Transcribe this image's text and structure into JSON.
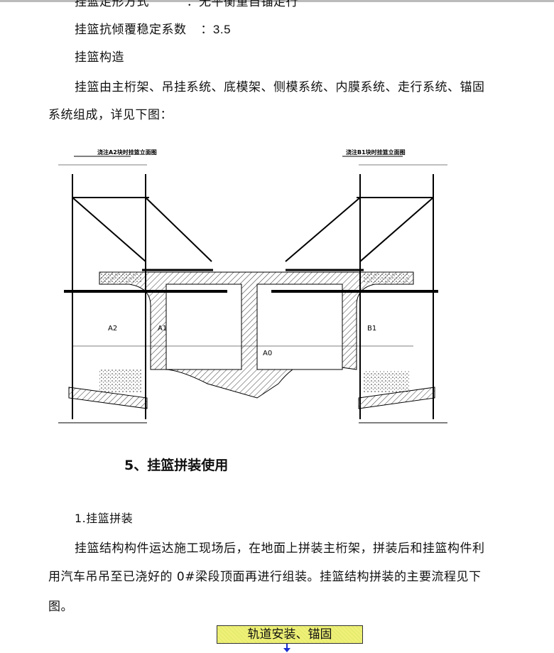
{
  "doc": {
    "line_cut": "挂篮走形方式　　　：无平衡重自锚走行",
    "line_stability_label": "挂篮抗倾覆稳定系数",
    "line_stability_value": "：3.5",
    "line_structure": "挂篮构造",
    "para1_line1": "挂篮由主桁架、吊挂系统、底模架、侧模系统、内膜系统、走行系统、锚固",
    "para1_line2": "系统组成，详见下图：",
    "section_heading": "5、挂篮拼装使用",
    "subheading": "1.挂篮拼装",
    "para2_line1": "挂篮结构构件运达施工现场后，在地面上拼装主桁架，拼装后和挂篮构件利",
    "para2_line2": "用汽车吊吊至已浇好的  0#梁段顶面再进行组装。挂篮结构拼装的主要流程见下",
    "para2_line3": "图。"
  },
  "drawing": {
    "title_left": "浇注A2块时挂篮立面图",
    "title_right": "浇注B1块时挂篮立面图",
    "labels": {
      "a2": "A2",
      "a1": "A1",
      "a0": "A0",
      "b1": "B1"
    }
  },
  "flowchart": {
    "step1": "轨道安装、锚固",
    "box_color": "#eef07a",
    "arrow_color": "#1a2fd0"
  }
}
